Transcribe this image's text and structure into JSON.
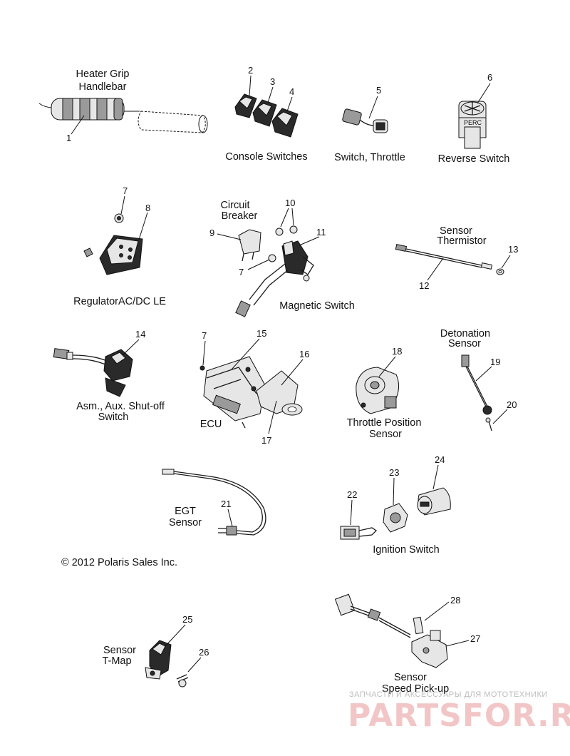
{
  "diagram": {
    "labels": {
      "heater_grip": [
        "Heater Grip",
        "Handlebar"
      ],
      "console_switches": "Console Switches",
      "switch_throttle": "Switch, Throttle",
      "reverse_switch": "Reverse Switch",
      "circuit_breaker": [
        "Circuit",
        "Breaker"
      ],
      "regulator": "RegulatorAC/DC LE",
      "magnetic_switch": "Magnetic Switch",
      "sensor_thermistor": [
        "Sensor",
        "Thermistor"
      ],
      "shutoff_switch": [
        "Asm., Aux. Shut-off",
        "Switch"
      ],
      "ecu": "ECU",
      "detonation_sensor": [
        "Detonation",
        "Sensor"
      ],
      "throttle_position": [
        "Throttle Position",
        "Sensor"
      ],
      "egt_sensor": [
        "EGT",
        "Sensor"
      ],
      "ignition_switch": "Ignition Switch",
      "sensor_tmap": [
        "Sensor",
        "T-Map"
      ],
      "speed_pickup": [
        "Sensor",
        "Speed Pick-up"
      ],
      "copyright": "© 2012 Polaris Sales Inc.",
      "perc_text": "PERC"
    },
    "callouts": {
      "n1": "1",
      "n2": "2",
      "n3": "3",
      "n4": "4",
      "n5": "5",
      "n6": "6",
      "n7a": "7",
      "n7b": "7",
      "n7c": "7",
      "n8": "8",
      "n9": "9",
      "n10": "10",
      "n11": "11",
      "n12": "12",
      "n13": "13",
      "n14": "14",
      "n15": "15",
      "n16": "16",
      "n17": "17",
      "n18": "18",
      "n19": "19",
      "n20": "20",
      "n21": "21",
      "n22": "22",
      "n23": "23",
      "n24": "24",
      "n25": "25",
      "n26": "26",
      "n27": "27",
      "n28": "28"
    }
  },
  "watermark": {
    "tagline": "ЗАПЧАСТИ И АКСЕССУАРЫ ДЛЯ МОТОТЕХНИКИ",
    "brand": "PARTSFOR.RU"
  }
}
